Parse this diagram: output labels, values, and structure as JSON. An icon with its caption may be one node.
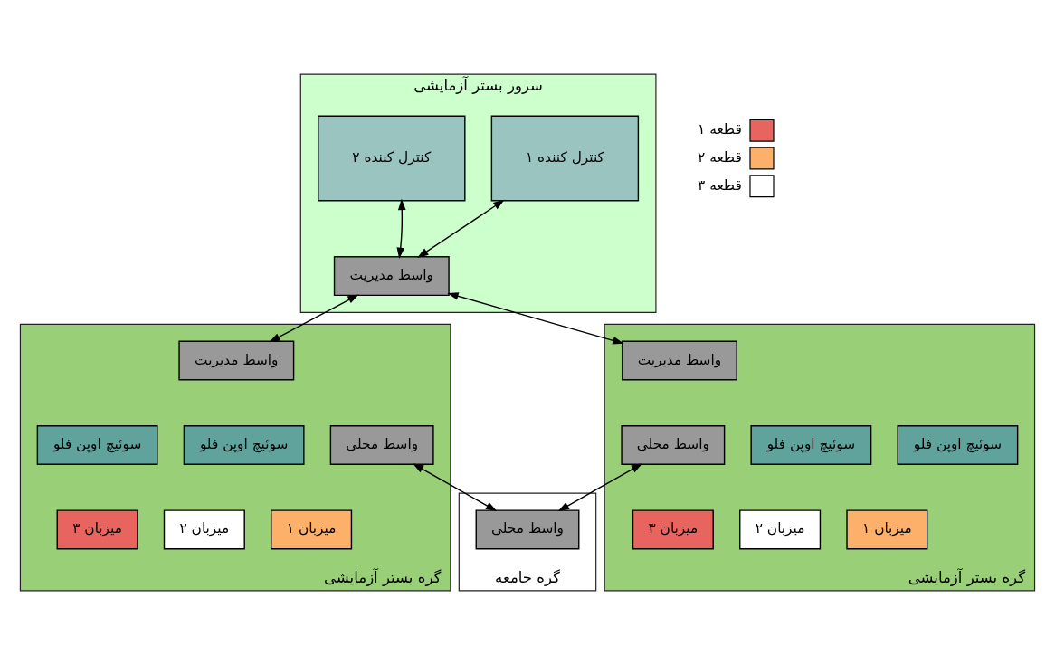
{
  "diagram": {
    "nodes": [
      {
        "text": [
          "سرور بستر آزمایشی"
        ]
      },
      {
        "text": [
          "کنترل کننده ۲"
        ],
        "in": 0
      },
      {
        "text": [
          "کنترل کننده ۱"
        ],
        "in": 0
      },
      {
        "text": [
          "واسط مدیریت"
        ],
        "in": 0
      },
      {
        "text": [
          "گره بستر آزمایشی"
        ]
      },
      {
        "text": [
          "واسط مدیریت"
        ],
        "in": 4
      },
      {
        "text": [
          "واسط محلی"
        ],
        "in": 4
      },
      {
        "text": [
          "سوئیچ اوپن فلو"
        ],
        "in": 4
      },
      {
        "text": [
          "سوئیچ اوپن فلو"
        ],
        "in": 4
      },
      {
        "text": [
          "میزبان ۳"
        ],
        "in": 4
      },
      {
        "text": [
          "میزبان ۲"
        ],
        "in": 4
      },
      {
        "text": [
          "میزبان ۱"
        ],
        "in": 4
      },
      {
        "text": [
          "گره بستر آزمایشی"
        ]
      },
      {
        "text": [
          "واسط مدیریت"
        ],
        "in": 12
      },
      {
        "text": [
          "واسط محلی"
        ],
        "in": 12
      },
      {
        "text": [
          "سوئیچ اوپن فلو"
        ],
        "in": 12
      },
      {
        "text": [
          "سوئیچ اوپن فلو"
        ],
        "in": 12
      },
      {
        "text": [
          "میزبان ۳"
        ],
        "in": 12
      },
      {
        "text": [
          "میزبان ۲"
        ],
        "in": 12
      },
      {
        "text": [
          "میزبان ۱"
        ],
        "in": 12
      },
      {
        "text": [
          "گره جامعه"
        ]
      },
      {
        "text": [
          "واسط محلی"
        ],
        "in": 20
      }
    ],
    "edges": [
      {
        "from": 1,
        "to": 3,
        "arrow": "both"
      },
      {
        "from": 2,
        "to": 3,
        "arrow": "both"
      },
      {
        "from": 3,
        "to": 5,
        "arrow": "both"
      },
      {
        "from": 3,
        "to": 13,
        "arrow": "both"
      },
      {
        "from": 6,
        "to": 21,
        "arrow": "both"
      },
      {
        "from": 14,
        "to": 21,
        "arrow": "both"
      }
    ],
    "legend": [
      {
        "text": "قطعه ۱",
        "color": "#e8645f"
      },
      {
        "text": "قطعه ۲",
        "color": "#fdb06a"
      },
      {
        "text": "قطعه ۳",
        "color": "#ffffff"
      }
    ]
  }
}
